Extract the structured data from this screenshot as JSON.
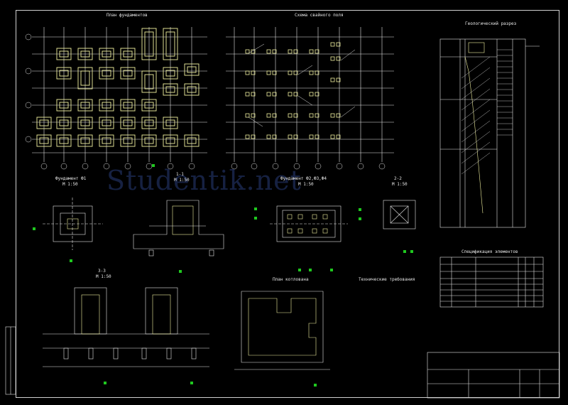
{
  "drawing": {
    "watermark": "Studentik.net",
    "views": {
      "foundation_plan": "План фундаментов",
      "pile_plan": "Схема свайного поля",
      "geo_section": "Геологический разрез",
      "foundation_f1": "Фундамент Ф1",
      "f1_scale": "М 1:50",
      "section_11": "1-1",
      "section_11_scale": "М 1:50",
      "foundation_f2": "Фундамент Ф2,Ф3,Ф4",
      "f2_scale": "М 1:50",
      "section_22": "2-2",
      "section_22_scale": "М 1:50",
      "section_33": "3-3",
      "section_33_scale": "М 1:50",
      "pit_plan": "План котлована",
      "tech_req": "Технические требования",
      "spec": "Спецификация элементов"
    }
  },
  "colors": {
    "line": "#e6e6e6",
    "accent": "#f2f2a0",
    "green": "#1fc81f",
    "watermark": "#28407a"
  }
}
